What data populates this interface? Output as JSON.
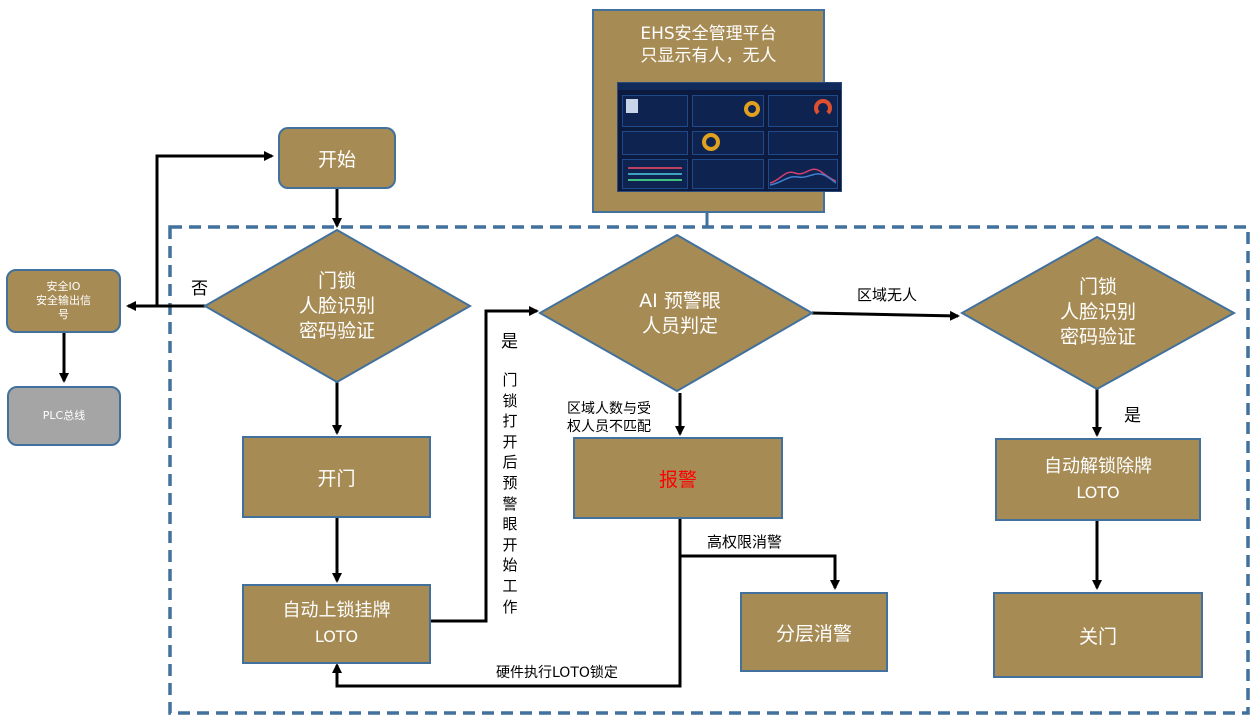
{
  "platform": {
    "title": "EHS安全管理平台",
    "subtitle": "只显示有人，无人"
  },
  "nodes": {
    "start": "开始",
    "safety_io": [
      "安全IO",
      "安全输出信",
      "号"
    ],
    "plc": "PLC总线",
    "diamond_left": [
      "门锁",
      "人脸识别",
      "密码验证"
    ],
    "open_door": "开门",
    "auto_lock": [
      "自动上锁挂牌",
      "LOTO"
    ],
    "ai_check": [
      "AI 预警眼",
      "人员判定"
    ],
    "alarm": "报警",
    "layered_clear": "分层消警",
    "diamond_right": [
      "门锁",
      "人脸识别",
      "密码验证"
    ],
    "auto_unlock": [
      "自动解锁除牌",
      "LOTO"
    ],
    "close_door": "关门"
  },
  "labels": {
    "no": "否",
    "yes_left": "是",
    "vertical_note": [
      "门",
      "锁",
      "打",
      "开",
      "后",
      "预",
      "警",
      "眼",
      "开",
      "始",
      "工",
      "作"
    ],
    "area_empty": "区域无人",
    "mismatch_line1": "区域人数与受",
    "mismatch_line2": "权人员不匹配",
    "high_auth": "高权限消警",
    "hardware_loto": "硬件执行LOTO锁定",
    "yes_right": "是"
  },
  "colors": {
    "node_fill": "#a78b55",
    "node_border": "#41719c",
    "alarm_text": "#ff0000",
    "plc_fill": "#a5a5a5",
    "dashed_border": "#41719c"
  }
}
